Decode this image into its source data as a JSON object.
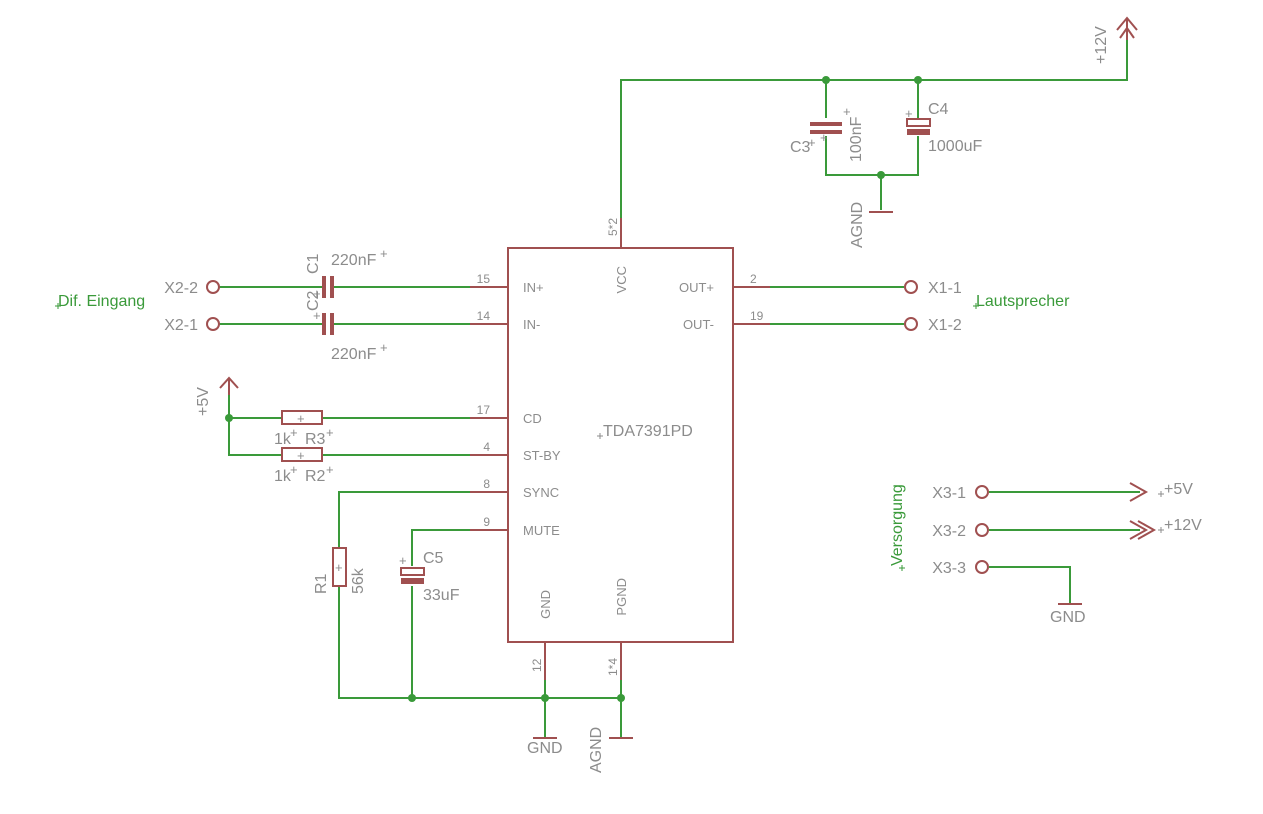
{
  "ic": {
    "name": "TDA7391PD",
    "pins": {
      "in_plus": "IN+",
      "in_minus": "IN-",
      "cd": "CD",
      "stby": "ST-BY",
      "sync": "SYNC",
      "mute": "MUTE",
      "vcc": "VCC",
      "out_plus": "OUT+",
      "out_minus": "OUT-",
      "gnd": "GND",
      "pgnd": "PGND"
    },
    "pin_numbers": {
      "in_plus": "15",
      "in_minus": "14",
      "cd": "17",
      "stby": "4",
      "sync": "8",
      "mute": "9",
      "vcc": "5*2",
      "out_plus": "2",
      "out_minus": "19",
      "gnd": "12",
      "pgnd": "1*4"
    }
  },
  "connectors": {
    "x2_2": "X2-2",
    "x2_1": "X2-1",
    "x1_1": "X1-1",
    "x1_2": "X1-2",
    "x3_1": "X3-1",
    "x3_2": "X3-2",
    "x3_3": "X3-3"
  },
  "nets": {
    "input": "Dif. Eingang",
    "output": "Lautsprecher",
    "supply": "Versorgung"
  },
  "components": {
    "c1": {
      "name": "C1",
      "value": "220nF"
    },
    "c2": {
      "name": "C2",
      "value": "220nF"
    },
    "c3": {
      "name": "C3",
      "value": "100nF"
    },
    "c4": {
      "name": "C4",
      "value": "1000uF"
    },
    "c5": {
      "name": "C5",
      "value": "33uF"
    },
    "r1": {
      "name": "R1",
      "value": "56k"
    },
    "r2": {
      "name": "R2",
      "value": "1k"
    },
    "r3": {
      "name": "R3",
      "value": "1k"
    }
  },
  "supplies": {
    "v12_top": "+12V",
    "v5_left": "+5V",
    "agnd_top": "AGND",
    "agnd_bottom": "AGND",
    "gnd_bottom": "GND",
    "v5_right": "+5V",
    "v12_right": "+12V",
    "gnd_right": "GND"
  }
}
